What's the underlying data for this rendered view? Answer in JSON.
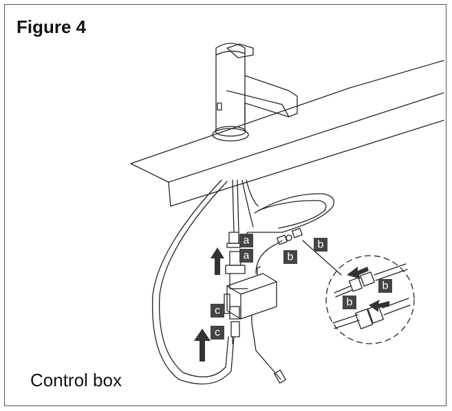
{
  "figure": {
    "title": "Figure 4",
    "caption": "Control box",
    "labels": {
      "a": "a",
      "b": "b",
      "c": "c"
    }
  }
}
